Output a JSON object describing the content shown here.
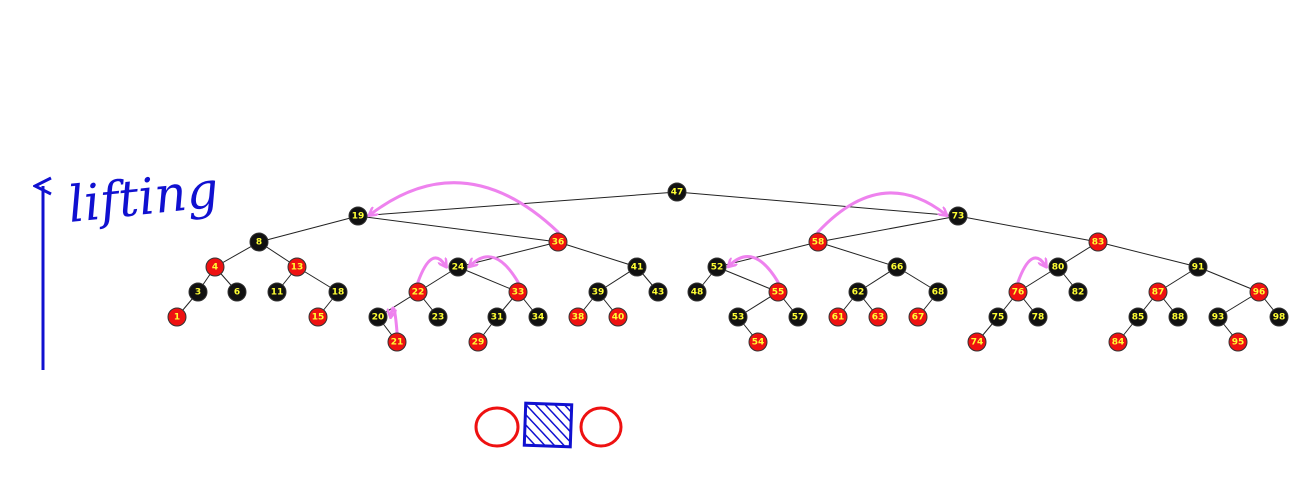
{
  "annotation": {
    "label": "lifting",
    "ink_color": "#1010d0",
    "arrow_color": "#ee82ee",
    "icon": "upward-arrow"
  },
  "colors": {
    "red": "#ee1111",
    "black": "#111111",
    "label": "#ffff33",
    "edge": "#222222"
  },
  "tree": {
    "nodes": [
      {
        "key": "47",
        "color": "black"
      },
      {
        "key": "19",
        "color": "black"
      },
      {
        "key": "73",
        "color": "black"
      },
      {
        "key": "8",
        "color": "black"
      },
      {
        "key": "36",
        "color": "red"
      },
      {
        "key": "58",
        "color": "red"
      },
      {
        "key": "83",
        "color": "red"
      },
      {
        "key": "4",
        "color": "red"
      },
      {
        "key": "13",
        "color": "red"
      },
      {
        "key": "24",
        "color": "black"
      },
      {
        "key": "41",
        "color": "black"
      },
      {
        "key": "52",
        "color": "black"
      },
      {
        "key": "66",
        "color": "black"
      },
      {
        "key": "80",
        "color": "black"
      },
      {
        "key": "91",
        "color": "black"
      },
      {
        "key": "3",
        "color": "black"
      },
      {
        "key": "6",
        "color": "black"
      },
      {
        "key": "11",
        "color": "black"
      },
      {
        "key": "18",
        "color": "black"
      },
      {
        "key": "22",
        "color": "red"
      },
      {
        "key": "33",
        "color": "red"
      },
      {
        "key": "39",
        "color": "black"
      },
      {
        "key": "43",
        "color": "black"
      },
      {
        "key": "48",
        "color": "black"
      },
      {
        "key": "55",
        "color": "red"
      },
      {
        "key": "62",
        "color": "black"
      },
      {
        "key": "68",
        "color": "black"
      },
      {
        "key": "76",
        "color": "red"
      },
      {
        "key": "82",
        "color": "black"
      },
      {
        "key": "87",
        "color": "red"
      },
      {
        "key": "96",
        "color": "red"
      },
      {
        "key": "1",
        "color": "red"
      },
      {
        "key": "15",
        "color": "red"
      },
      {
        "key": "20",
        "color": "black"
      },
      {
        "key": "23",
        "color": "black"
      },
      {
        "key": "31",
        "color": "black"
      },
      {
        "key": "34",
        "color": "black"
      },
      {
        "key": "38",
        "color": "red"
      },
      {
        "key": "40",
        "color": "red"
      },
      {
        "key": "53",
        "color": "black"
      },
      {
        "key": "57",
        "color": "black"
      },
      {
        "key": "61",
        "color": "red"
      },
      {
        "key": "63",
        "color": "red"
      },
      {
        "key": "67",
        "color": "red"
      },
      {
        "key": "75",
        "color": "black"
      },
      {
        "key": "78",
        "color": "black"
      },
      {
        "key": "85",
        "color": "black"
      },
      {
        "key": "88",
        "color": "black"
      },
      {
        "key": "93",
        "color": "black"
      },
      {
        "key": "98",
        "color": "black"
      },
      {
        "key": "21",
        "color": "red"
      },
      {
        "key": "29",
        "color": "red"
      },
      {
        "key": "54",
        "color": "red"
      },
      {
        "key": "74",
        "color": "red"
      },
      {
        "key": "84",
        "color": "red"
      },
      {
        "key": "95",
        "color": "red"
      }
    ],
    "edges": [
      [
        "47",
        "19"
      ],
      [
        "47",
        "73"
      ],
      [
        "19",
        "8"
      ],
      [
        "19",
        "36"
      ],
      [
        "73",
        "58"
      ],
      [
        "73",
        "83"
      ],
      [
        "8",
        "4"
      ],
      [
        "8",
        "13"
      ],
      [
        "36",
        "24"
      ],
      [
        "36",
        "41"
      ],
      [
        "58",
        "52"
      ],
      [
        "58",
        "66"
      ],
      [
        "83",
        "80"
      ],
      [
        "83",
        "91"
      ],
      [
        "4",
        "3"
      ],
      [
        "4",
        "6"
      ],
      [
        "13",
        "11"
      ],
      [
        "13",
        "18"
      ],
      [
        "24",
        "22"
      ],
      [
        "24",
        "33"
      ],
      [
        "41",
        "39"
      ],
      [
        "41",
        "43"
      ],
      [
        "52",
        "48"
      ],
      [
        "52",
        "55"
      ],
      [
        "66",
        "62"
      ],
      [
        "66",
        "68"
      ],
      [
        "80",
        "76"
      ],
      [
        "80",
        "82"
      ],
      [
        "91",
        "87"
      ],
      [
        "91",
        "96"
      ],
      [
        "3",
        "1"
      ],
      [
        "18",
        "15"
      ],
      [
        "22",
        "20"
      ],
      [
        "22",
        "23"
      ],
      [
        "33",
        "31"
      ],
      [
        "33",
        "34"
      ],
      [
        "39",
        "38"
      ],
      [
        "39",
        "40"
      ],
      [
        "55",
        "53"
      ],
      [
        "55",
        "57"
      ],
      [
        "62",
        "61"
      ],
      [
        "62",
        "63"
      ],
      [
        "68",
        "67"
      ],
      [
        "76",
        "75"
      ],
      [
        "76",
        "78"
      ],
      [
        "87",
        "85"
      ],
      [
        "87",
        "88"
      ],
      [
        "96",
        "93"
      ],
      [
        "96",
        "98"
      ],
      [
        "20",
        "21"
      ],
      [
        "31",
        "29"
      ],
      [
        "53",
        "54"
      ],
      [
        "75",
        "74"
      ],
      [
        "85",
        "84"
      ],
      [
        "93",
        "95"
      ]
    ],
    "lift_arrows": [
      [
        "21",
        "20"
      ],
      [
        "22",
        "24"
      ],
      [
        "33",
        "24"
      ],
      [
        "36",
        "19"
      ],
      [
        "55",
        "52"
      ],
      [
        "58",
        "73"
      ],
      [
        "76",
        "80"
      ]
    ]
  },
  "legend_shapes": {
    "circle_color": "#ee1111",
    "square_color": "#1010d0",
    "items": [
      "red-circle-icon",
      "hatched-square-icon",
      "red-circle-icon"
    ]
  }
}
